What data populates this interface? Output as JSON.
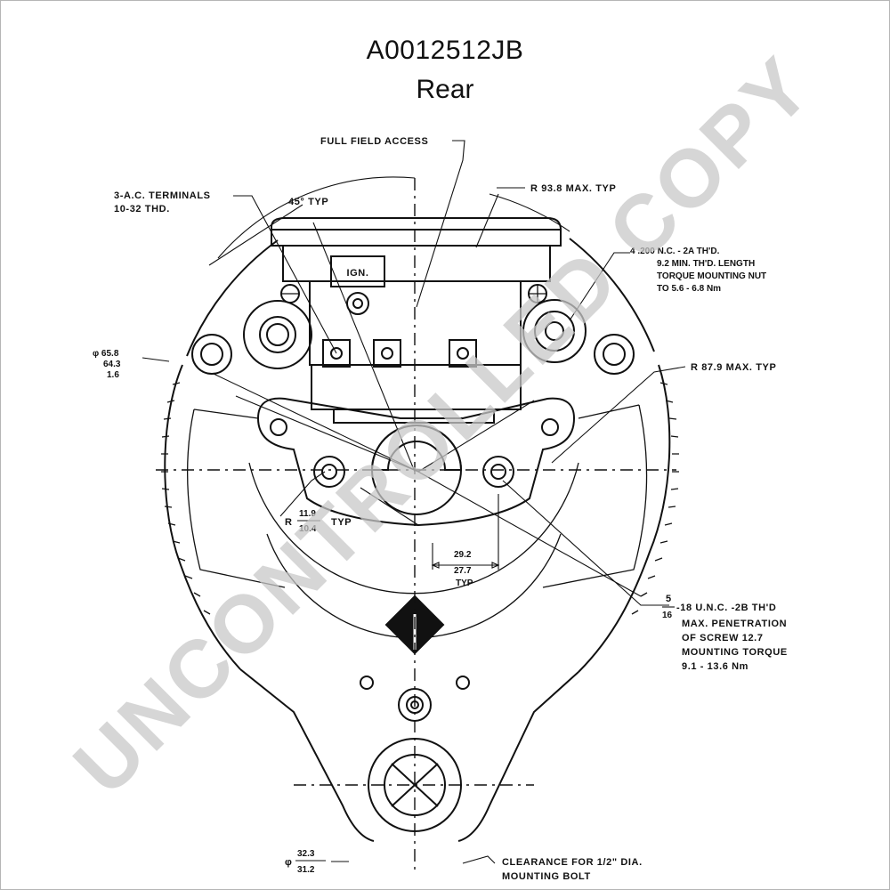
{
  "header": {
    "part_number": "A0012512JB",
    "view": "Rear"
  },
  "annotations": {
    "full_field_access": "FULL FIELD ACCESS",
    "ac_terminals_line1": "3-A.C. TERMINALS",
    "ac_terminals_line2": "10-32 THD.",
    "angle_45": "45° TYP",
    "radius_938": "R 93.8  MAX. TYP",
    "nut_thread_1": "4  .200 N.C. - 2A TH'D.",
    "nut_thread_2": "9.2 MIN. TH'D. LENGTH",
    "nut_thread_3": "TORQUE MOUNTING NUT",
    "nut_thread_4": "TO 5.6 - 6.8 Nm",
    "ign_label": "IGN.",
    "dia_left_1": "φ 65.8",
    "dia_left_2": "64.3",
    "dia_left_3": "1.6",
    "radius_879": "R 87.9  MAX. TYP",
    "radius_small_top": "11.9",
    "radius_small_bottom": "10.4",
    "radius_small_prefix": "R",
    "radius_small_suffix": "TYP",
    "offset_top": "29.2",
    "offset_bottom": "27.7",
    "offset_suffix": "TYP",
    "screw_frac_num": "5",
    "screw_frac_den": "16",
    "screw_1": "-18 U.N.C. -2B TH'D",
    "screw_2": "MAX. PENETRATION",
    "screw_3": "OF SCREW 12.7",
    "screw_4": "MOUNTING TORQUE",
    "screw_5": "9.1 - 13.6 Nm",
    "bolt_dia_prefix": "φ",
    "bolt_dia_top": "32.3",
    "bolt_dia_bottom": "31.2",
    "clearance_1": "CLEARANCE FOR 1/2\" DIA.",
    "clearance_2": "MOUNTING BOLT"
  },
  "watermark": "UNCONTROLLED COPY",
  "colors": {
    "ink": "#111111",
    "watermark": "#c8c8c8",
    "border": "#b5b5b5"
  }
}
